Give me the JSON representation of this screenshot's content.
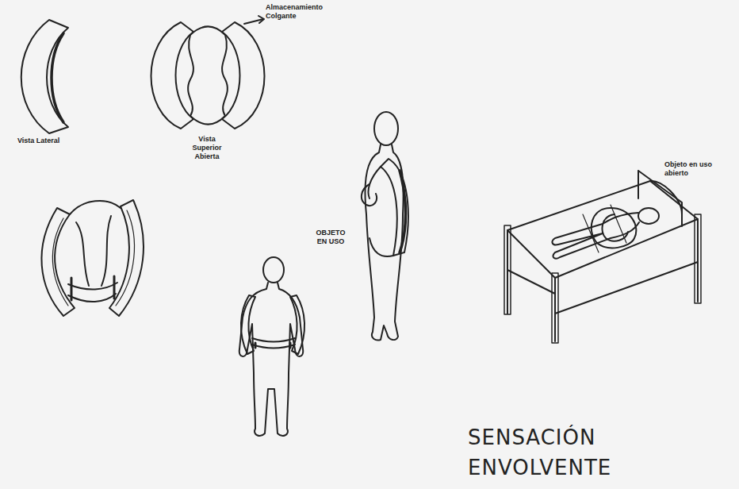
{
  "diagram": {
    "title": "SENSACIÓN ENVOLVENTE",
    "labels": [
      "Almacenamiento Colgante",
      "Vista Lateral",
      "Vista Superior Abierta",
      "OBJETO EN USO",
      "Objeto en uso abierto"
    ]
  }
}
